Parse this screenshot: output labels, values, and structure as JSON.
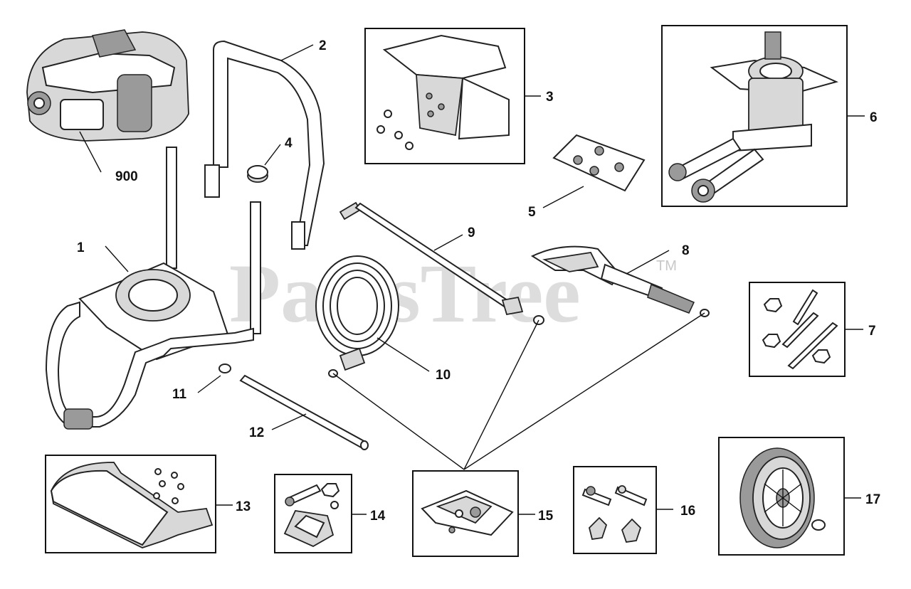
{
  "watermark": {
    "text": "PartsTree",
    "tm": "TM"
  },
  "callouts": {
    "c1": "1",
    "c2": "2",
    "c3": "3",
    "c4": "4",
    "c5": "5",
    "c6": "6",
    "c7": "7",
    "c8": "8",
    "c9": "9",
    "c10": "10",
    "c11": "11",
    "c12": "12",
    "c13": "13",
    "c14": "14",
    "c15": "15",
    "c16": "16",
    "c17": "17",
    "c900": "900"
  }
}
